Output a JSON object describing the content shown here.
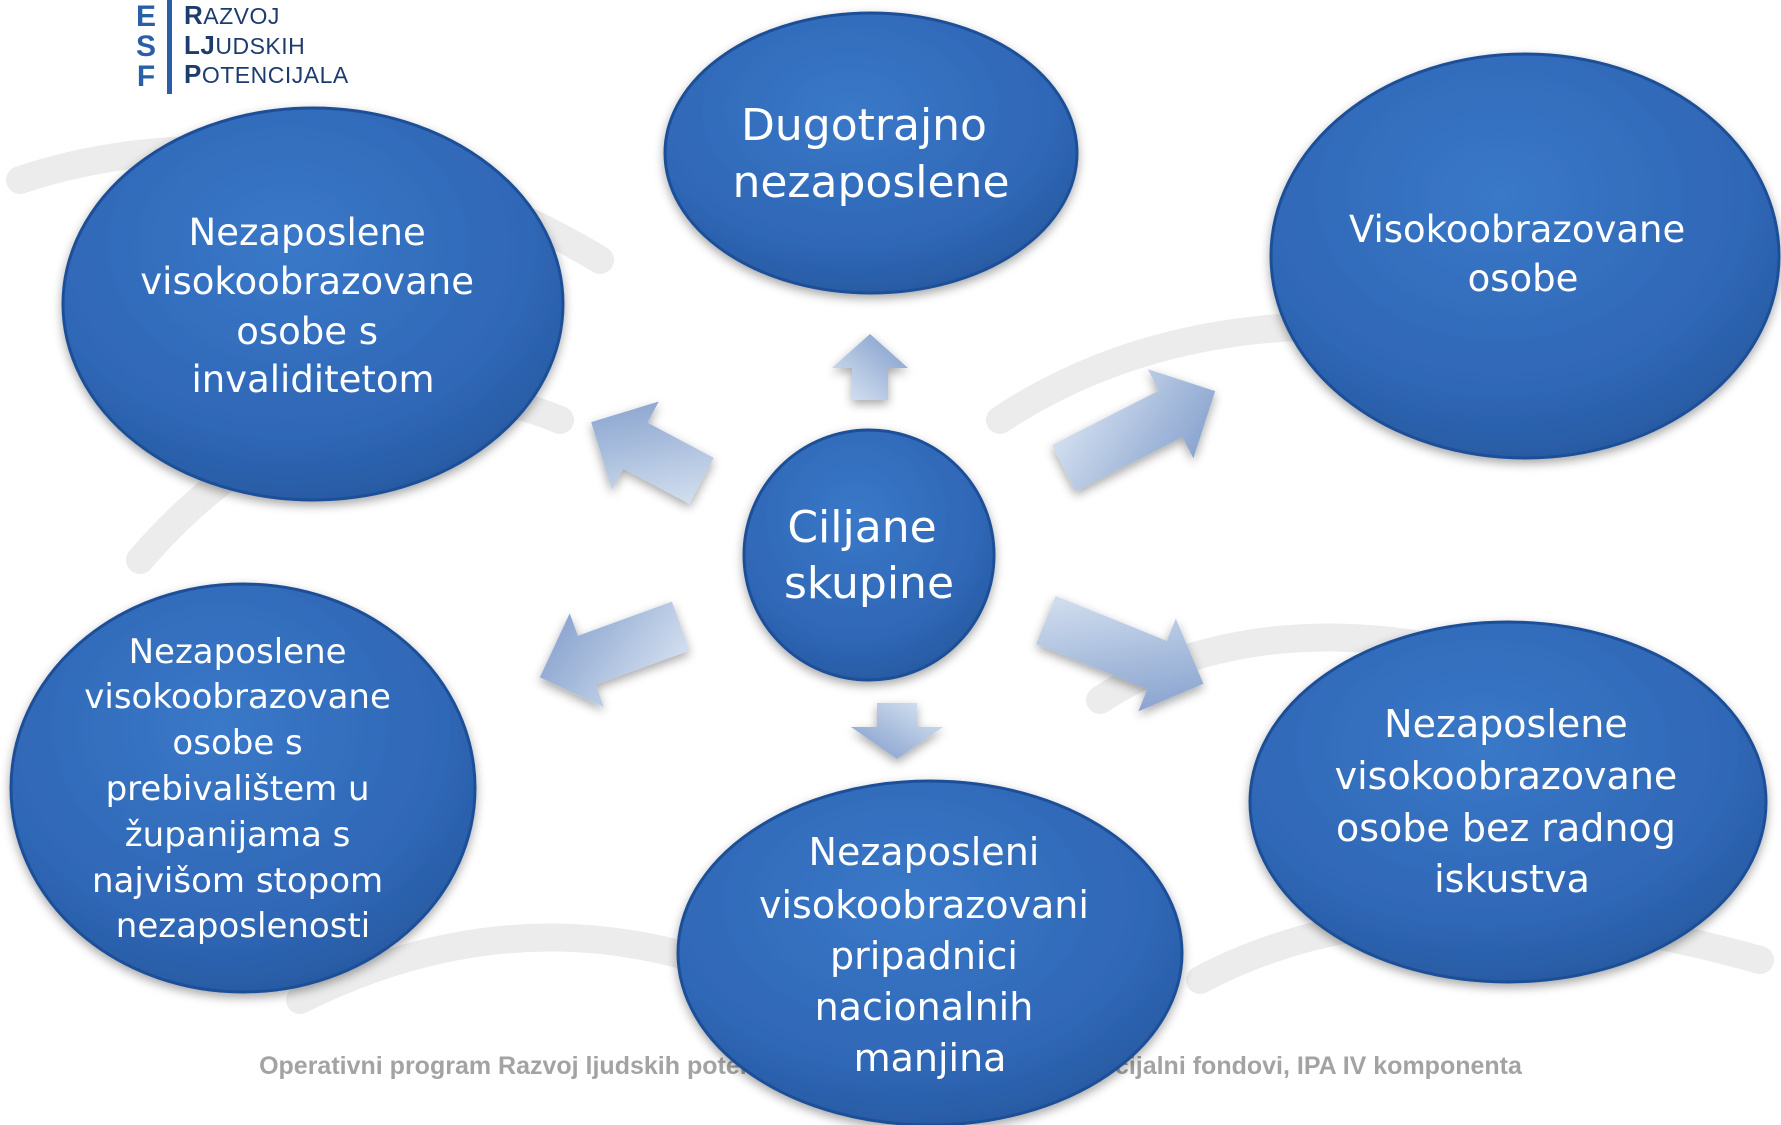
{
  "logo": {
    "letters": [
      "E",
      "S",
      "F"
    ],
    "words": [
      {
        "cap": "R",
        "rest": "AZVOJ"
      },
      {
        "cap": "LJ",
        "rest": "UDSKIH"
      },
      {
        "cap": "P",
        "rest": "OTENCIJALA"
      }
    ]
  },
  "center": {
    "lines": [
      "Ciljane",
      "skupine"
    ]
  },
  "nodes": {
    "top": {
      "lines": [
        "Dugotrajno",
        "nezaposlene"
      ]
    },
    "upper_left": {
      "lines": [
        "Nezaposlene",
        "visokoobrazovane",
        "osobe s",
        "invaliditetom"
      ]
    },
    "upper_right": {
      "lines": [
        "Visokoobrazovane",
        "osobe"
      ]
    },
    "lower_left": {
      "lines": [
        "Nezaposlene",
        "visokoobrazovane",
        "osobe s",
        "prebivalištem u",
        "županijama s",
        "najvišom stopom",
        "nezaposlenosti"
      ]
    },
    "lower_right": {
      "lines": [
        "Nezaposlene",
        "visokoobrazovane",
        "osobe bez radnog",
        "iskustva"
      ]
    },
    "bottom": {
      "lines": [
        "Nezaposleni",
        "visokoobrazovani",
        "pripadnici",
        "nacionalnih",
        "manjina"
      ]
    }
  },
  "footer": {
    "text": "Operativni program Razvoj ljudskih potencijala 2007.-2013., Europski socijalni fondovi, IPA IV komponenta"
  },
  "colors": {
    "ellipse": "#2f67b6",
    "ellipse_edge": "#1d4f97",
    "arrow": "#a9bedf",
    "logo": "#2a5fa8"
  }
}
